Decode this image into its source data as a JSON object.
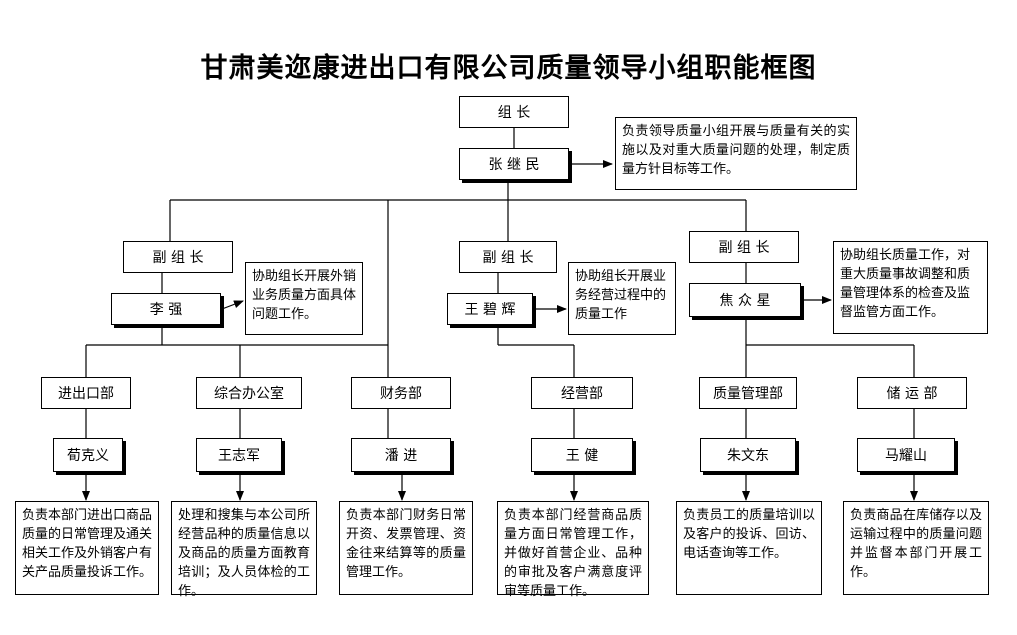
{
  "title": "甘肃美迩康进出口有限公司质量领导小组职能框图",
  "leader": {
    "role": "组 长",
    "name": "张 继 民",
    "duty": "负责领导质量小组开展与质量有关的实施以及对重大质量问题的处理，制定质量方针目标等工作。"
  },
  "deputies": [
    {
      "role": "副 组 长",
      "name": "李 强",
      "duty": "协助组长开展外销业务质量方面具体问题工作。"
    },
    {
      "role": "副 组 长",
      "name": "王 碧 辉",
      "duty": "协助组长开展业务经营过程中的质量工作"
    },
    {
      "role": "副 组 长",
      "name": "焦 众 星",
      "duty": "协助组长质量工作，对重大质量事故调整和质量管理体系的检查及监督监管方面工作。"
    }
  ],
  "departments": [
    {
      "name": "进出口部",
      "head": "荀克义",
      "duty": "负责本部门进出口商品质量的日常管理及通关相关工作及外销客户有关产品质量投诉工作。"
    },
    {
      "name": "综合办公室",
      "head": "王志军",
      "duty": "处理和搜集与本公司所经营品种的质量信息以及商品的质量方面教育培训；及人员体检的工作。"
    },
    {
      "name": "财务部",
      "head": "潘 进",
      "duty": "负责本部门财务日常开资、发票管理、资金往来结算等的质量管理工作。"
    },
    {
      "name": "经营部",
      "head": "王 健",
      "duty": "负责本部门经营商品质量方面日常管理工作，并做好首营企业、品种的审批及客户满意度评审等质量工作。"
    },
    {
      "name": "质量管理部",
      "head": "朱文东",
      "duty": "负责员工的质量培训以及客户的投诉、回访、电话查询等工作。"
    },
    {
      "name": "储 运 部",
      "head": "马耀山",
      "duty": "负责商品在库储存以及运输过程中的质量问题并监督本部门开展工作。"
    }
  ]
}
